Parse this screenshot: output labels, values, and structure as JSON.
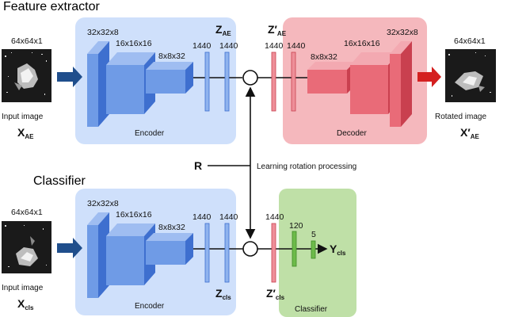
{
  "colors": {
    "encoder_bg": "#cfe0fb",
    "encoder_block": "#6f9be6",
    "encoder_block_dark": "#3e6fcf",
    "decoder_bg": "#f5b8bd",
    "decoder_block": "#e96b78",
    "decoder_block_dark": "#c9404f",
    "classifier_bg": "#bfe0a7",
    "classifier_block": "#6dbb4a",
    "input_arrow": "#1f4e8c",
    "output_arrow": "#d42020",
    "line": "#111111"
  },
  "sections": {
    "feature_extractor_title": "Feature extractor",
    "classifier_title": "Classifier"
  },
  "top": {
    "input_dim": "64x64x1",
    "input_caption": "Input image",
    "input_var": "X",
    "input_sub": "AE",
    "encoder_label": "Encoder",
    "enc_dims": [
      "32x32x8",
      "16x16x16",
      "8x8x32"
    ],
    "fc_dims": [
      "1440",
      "1440"
    ],
    "z_var": "Z",
    "z_sub": "AE",
    "zp_var": "Z′",
    "zp_sub": "AE",
    "dec_fc_dims": [
      "1440",
      "1440"
    ],
    "decoder_label": "Decoder",
    "dec_dims": [
      "8x8x32",
      "16x16x16",
      "32x32x8"
    ],
    "output_dim": "64x64x1",
    "output_caption": "Rotated image",
    "output_var": "X′",
    "output_sub": "AE"
  },
  "rotation": {
    "r_var": "R",
    "label": "Learning rotation processing"
  },
  "bottom": {
    "input_dim": "64x64x1",
    "input_caption": "Input image",
    "input_var": "X",
    "input_sub": "cls",
    "encoder_label": "Encoder",
    "enc_dims": [
      "32x32x8",
      "16x16x16",
      "8x8x32"
    ],
    "fc_dims": [
      "1440",
      "1440"
    ],
    "z_var": "Z",
    "z_sub": "cls",
    "zp_var": "Z′",
    "zp_sub": "cls",
    "cls_dims": [
      "1440",
      "120",
      "5"
    ],
    "classifier_label": "Classifier",
    "y_var": "Y",
    "y_sub": "cls"
  }
}
